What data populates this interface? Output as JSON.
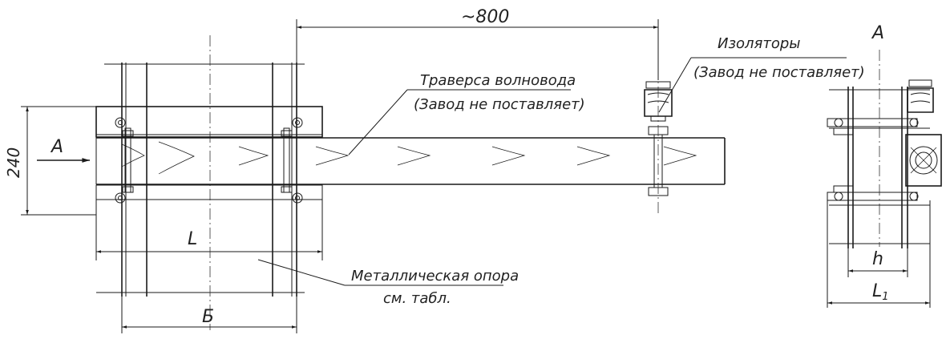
{
  "labels": {
    "dim_top": "~800",
    "view_left": "А",
    "view_right": "А",
    "height_dim": "240",
    "insulators": "Изоляторы",
    "insulators_note": "(Завод не поставляет)",
    "traverse": "Траверса  волновода",
    "traverse_note": "(Завод не поставляет)",
    "dim_L": "L",
    "dim_B": "Б",
    "support": "Металлическая опора",
    "support_note": "см. табл.",
    "dim_h": "h",
    "dim_L1": "L",
    "dim_L1_sub": "1"
  },
  "colors": {
    "line": "#1a1a1a",
    "background": "#ffffff"
  }
}
